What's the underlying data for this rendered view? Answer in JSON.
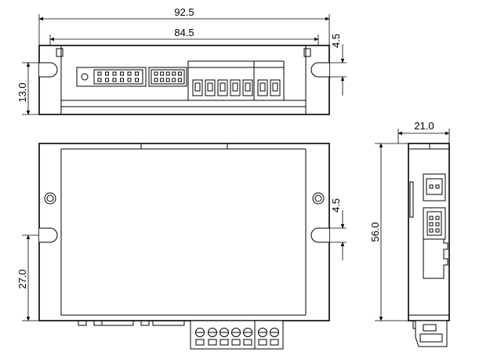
{
  "dimensions": {
    "top_overall_width": "92.5",
    "top_hole_spacing": "84.5",
    "top_height": "13.0",
    "top_slot_offset": "4.5",
    "front_slot_offset": "4.5",
    "front_slot_height": "27.0",
    "side_depth": "21.0",
    "side_height": "56.0"
  }
}
